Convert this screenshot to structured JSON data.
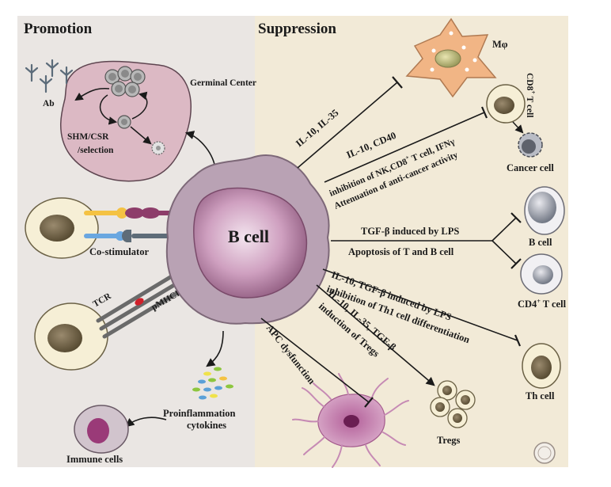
{
  "headings": {
    "left": "Promotion",
    "right": "Suppression"
  },
  "center": {
    "label": "B cell"
  },
  "promotion": {
    "germinal_center": {
      "title": "Germinal Center",
      "ab": "Ab",
      "process_line1": "SHM/CSR",
      "process_line2": "/selection"
    },
    "costimulator": "Co-stimulator",
    "tcr": "TCR",
    "pmhc": "pMHCII",
    "cytokines_line1": "Proinflammation",
    "cytokines_line2": "cytokines",
    "immune_cells": "Immune cells"
  },
  "suppression": {
    "mphi": {
      "cell": "Mφ",
      "mediator": "IL-10, IL-35"
    },
    "cd8": {
      "cell_main": "CD8",
      "cell_sup": "+",
      "cell_rest": " T cell",
      "mediator": "IL-10, CD40"
    },
    "cancer": {
      "cell": "Cancer cell",
      "effect_line1_a": "inhibition of NK,CD8",
      "effect_line1_sup": "+",
      "effect_line1_b": " T cell, IFNγ",
      "effect_line2": "Attenuation of anti-cancer activity"
    },
    "bcell": {
      "cell": "B cell",
      "mediator": "TGF-β induced by LPS"
    },
    "apoptosis": "Apoptosis of T and B cell",
    "cd4": {
      "cell_main": "CD4",
      "cell_sup": "+",
      "cell_rest": " T cell"
    },
    "th": {
      "cell": "Th cell",
      "mediator": "IL-10, TGF-β induced by LPS",
      "effect": "inhibition of Th1 cell differentiation"
    },
    "tregs": {
      "cell": "Tregs",
      "mediator": "IL-10, IL-35, TGF-β",
      "effect": "induction of Tregs"
    },
    "apc": "APC dysfunction"
  },
  "colors": {
    "left_panel": "#eae6e3",
    "right_panel": "#f2ead7",
    "bcell_body": "#b9a2b4",
    "bcell_nucleus": "#c99abb",
    "germinal": "#dcb9c4",
    "mphi": "#f1b585",
    "cell_cyto": "#f6efd6",
    "nucleus_dark": "#736650"
  }
}
